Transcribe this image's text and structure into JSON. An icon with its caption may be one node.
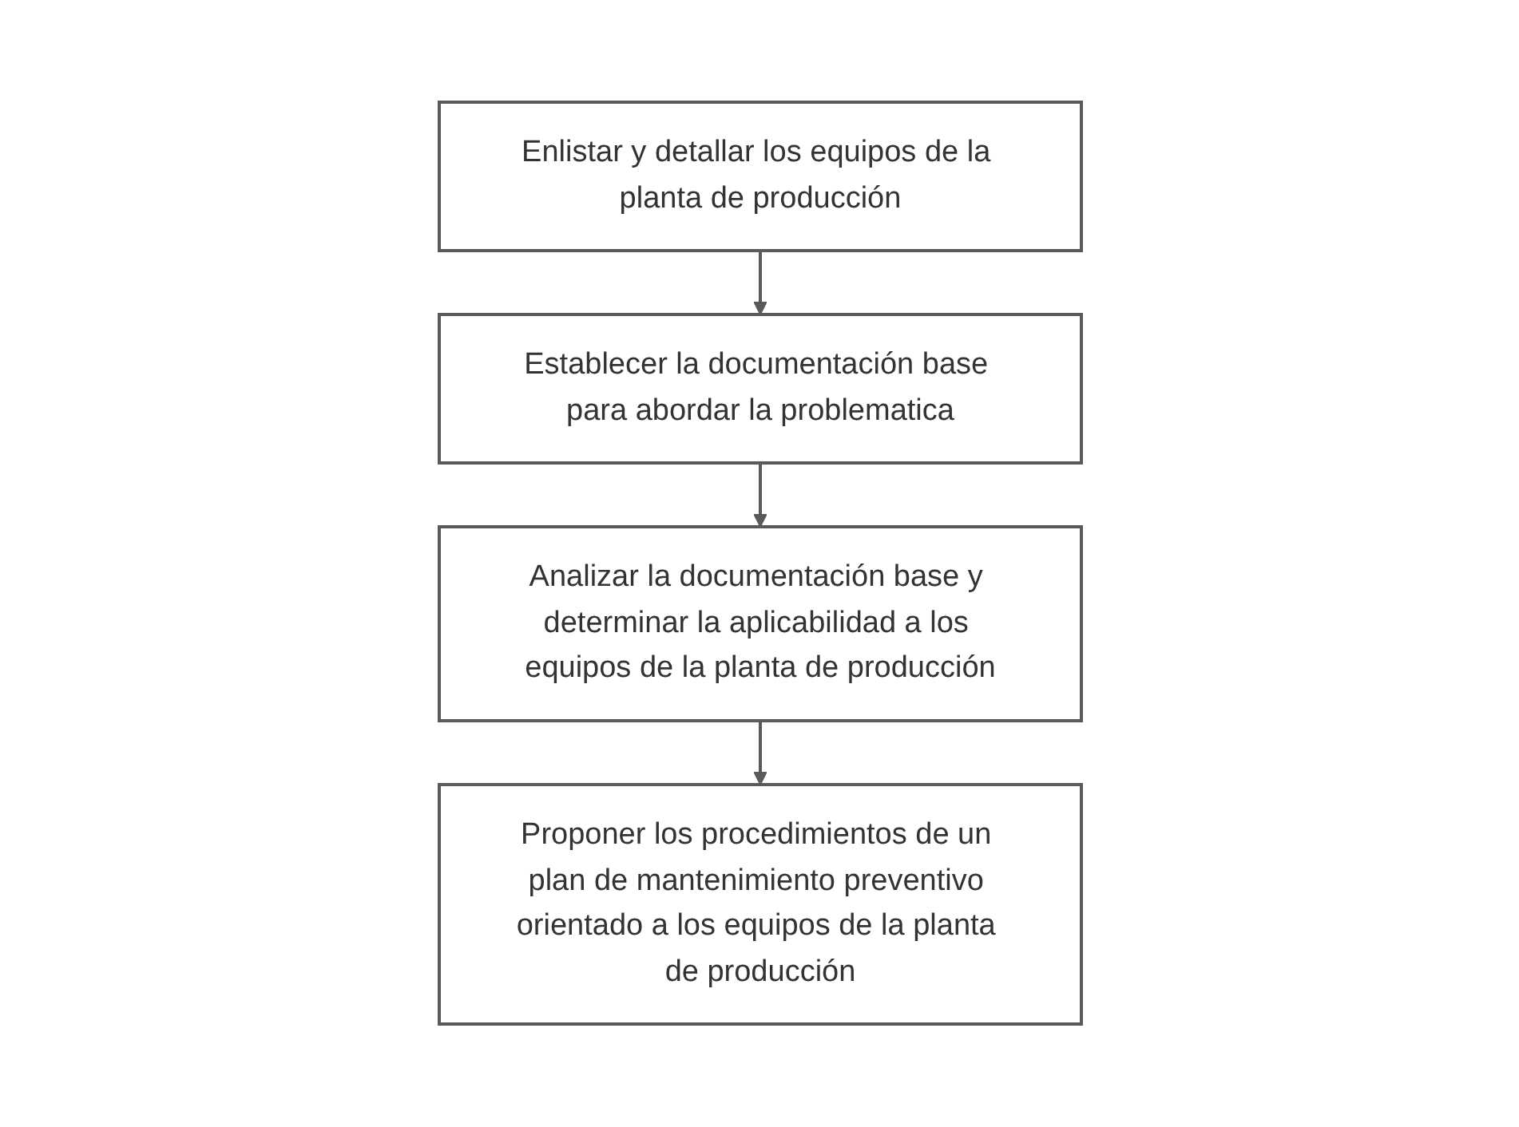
{
  "diagram": {
    "nodes": [
      {
        "text": [
          "Enlistar y detallar los equipos de la planta de producción"
        ]
      },
      {
        "text": [
          "Establecer la documentación base para abordar la problematica"
        ]
      },
      {
        "text": [
          "Proponer los procedimientos de un plan de mantenimiento preventivo orientado a los equipos de la planta de producción"
        ]
      },
      {
        "text": [
          "Analizar la documentación base y determinar la aplicabilidad a los equipos de la planta de producción"
        ]
      }
    ],
    "edges": [
      {
        "from": 0,
        "to": 1,
        "arrow": "to"
      },
      {
        "from": 1,
        "to": 3,
        "arrow": "to"
      },
      {
        "from": 3,
        "to": 2,
        "arrow": "to"
      }
    ]
  }
}
